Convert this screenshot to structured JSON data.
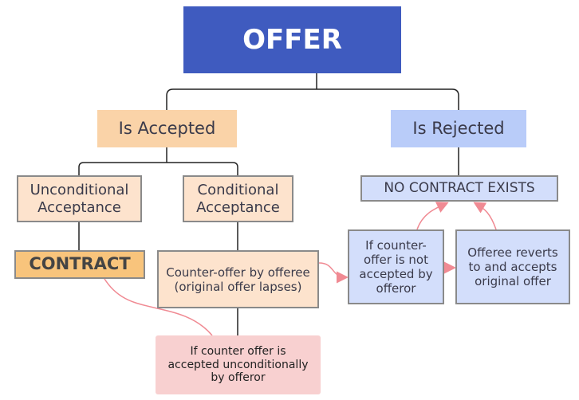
{
  "nodes": {
    "offer": "OFFER",
    "is_accepted": "Is Accepted",
    "is_rejected": "Is Rejected",
    "unconditional": "Unconditional Acceptance",
    "conditional": "Conditional Acceptance",
    "contract": "CONTRACT",
    "counter_offer": "Counter-offer by offeree (original offer lapses)",
    "counter_accepted": "If counter offer is accepted unconditionally by offeror",
    "no_contract": "NO CONTRACT EXISTS",
    "counter_not_accepted": "If counter-offer is not accepted by offeror",
    "offeree_reverts": "Offeree reverts to and accepts original offer"
  },
  "colors": {
    "offer": "#3f5bbf",
    "accepted": "#fad3a8",
    "rejected": "#b9ccf9",
    "light_orange": "#fde3cd",
    "contract": "#f8c47c",
    "pink": "#f8d0d0",
    "light_blue": "#d3defb",
    "arrow": "#f08a93"
  }
}
